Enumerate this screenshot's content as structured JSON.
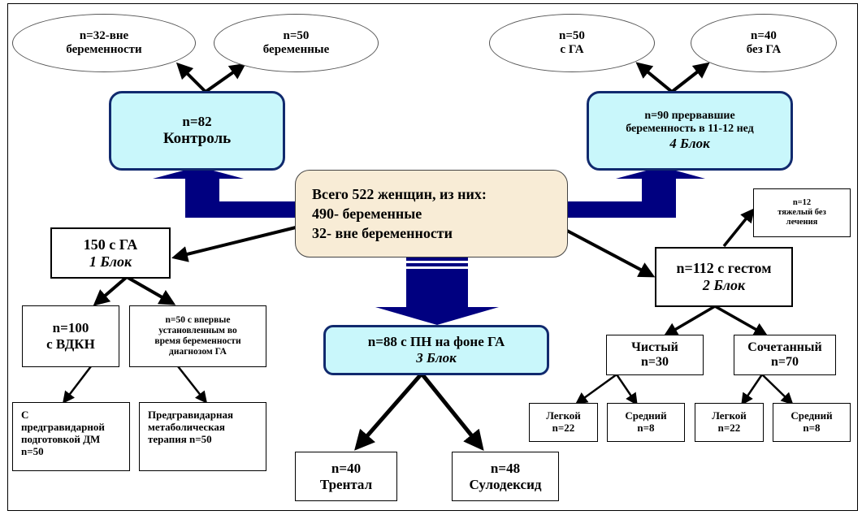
{
  "colors": {
    "cyan_fill": "#c9f7fb",
    "cyan_border": "#112a6e",
    "big_arrow": "#000080",
    "center_fill": "#f8ecd6"
  },
  "center": {
    "line1": "Всего 522 женщин, из них:",
    "line2": "490- беременные",
    "line3": "32- вне беременности"
  },
  "control": {
    "n": "n=82",
    "label": "Контроль",
    "children": [
      {
        "n": "n=32-вне",
        "label": "беременности"
      },
      {
        "n": "n=50",
        "label": "беременные"
      }
    ]
  },
  "block4": {
    "line1": "n=90 прервавшие",
    "line2": "беременность в 11-12 нед",
    "block": "4 Блок",
    "children": [
      {
        "n": "n=50",
        "label": "с ГА"
      },
      {
        "n": "n=40",
        "label": "без ГА"
      }
    ]
  },
  "block1": {
    "line1": "150 с ГА",
    "block": "1 Блок",
    "children": [
      {
        "n": "n=100",
        "label": "с ВДКН",
        "child": {
          "lines": [
            "С",
            "предгравидарной",
            "подготовкой ДМ",
            "n=50"
          ]
        }
      },
      {
        "lines": [
          "n=50 с впервые",
          "установленным во",
          "время беременности",
          "диагнозом ГА"
        ],
        "child": {
          "lines": [
            "Предгравидарная",
            "метаболическая",
            "терапия n=50"
          ]
        }
      }
    ]
  },
  "block3": {
    "line1": "n=88 с ПН на фоне ГА",
    "block": "3 Блок",
    "children": [
      {
        "n": "n=40",
        "label": "Трентал"
      },
      {
        "n": "n=48",
        "label": "Сулодексид"
      }
    ]
  },
  "block2": {
    "line1": "n=112 с гестом",
    "block": "2 Блок",
    "severe": {
      "n": "n=12",
      "line2": "тяжелый без",
      "line3": "лечения"
    },
    "children": [
      {
        "label": "Чистый",
        "n": "n=30",
        "children": [
          {
            "label": "Легкой",
            "n": "n=22"
          },
          {
            "label": "Средний",
            "n": "n=8"
          }
        ]
      },
      {
        "label": "Сочетанный",
        "n": "n=70",
        "children": [
          {
            "label": "Легкой",
            "n": "n=22"
          },
          {
            "label": "Средний",
            "n": "n=8"
          }
        ]
      }
    ]
  }
}
